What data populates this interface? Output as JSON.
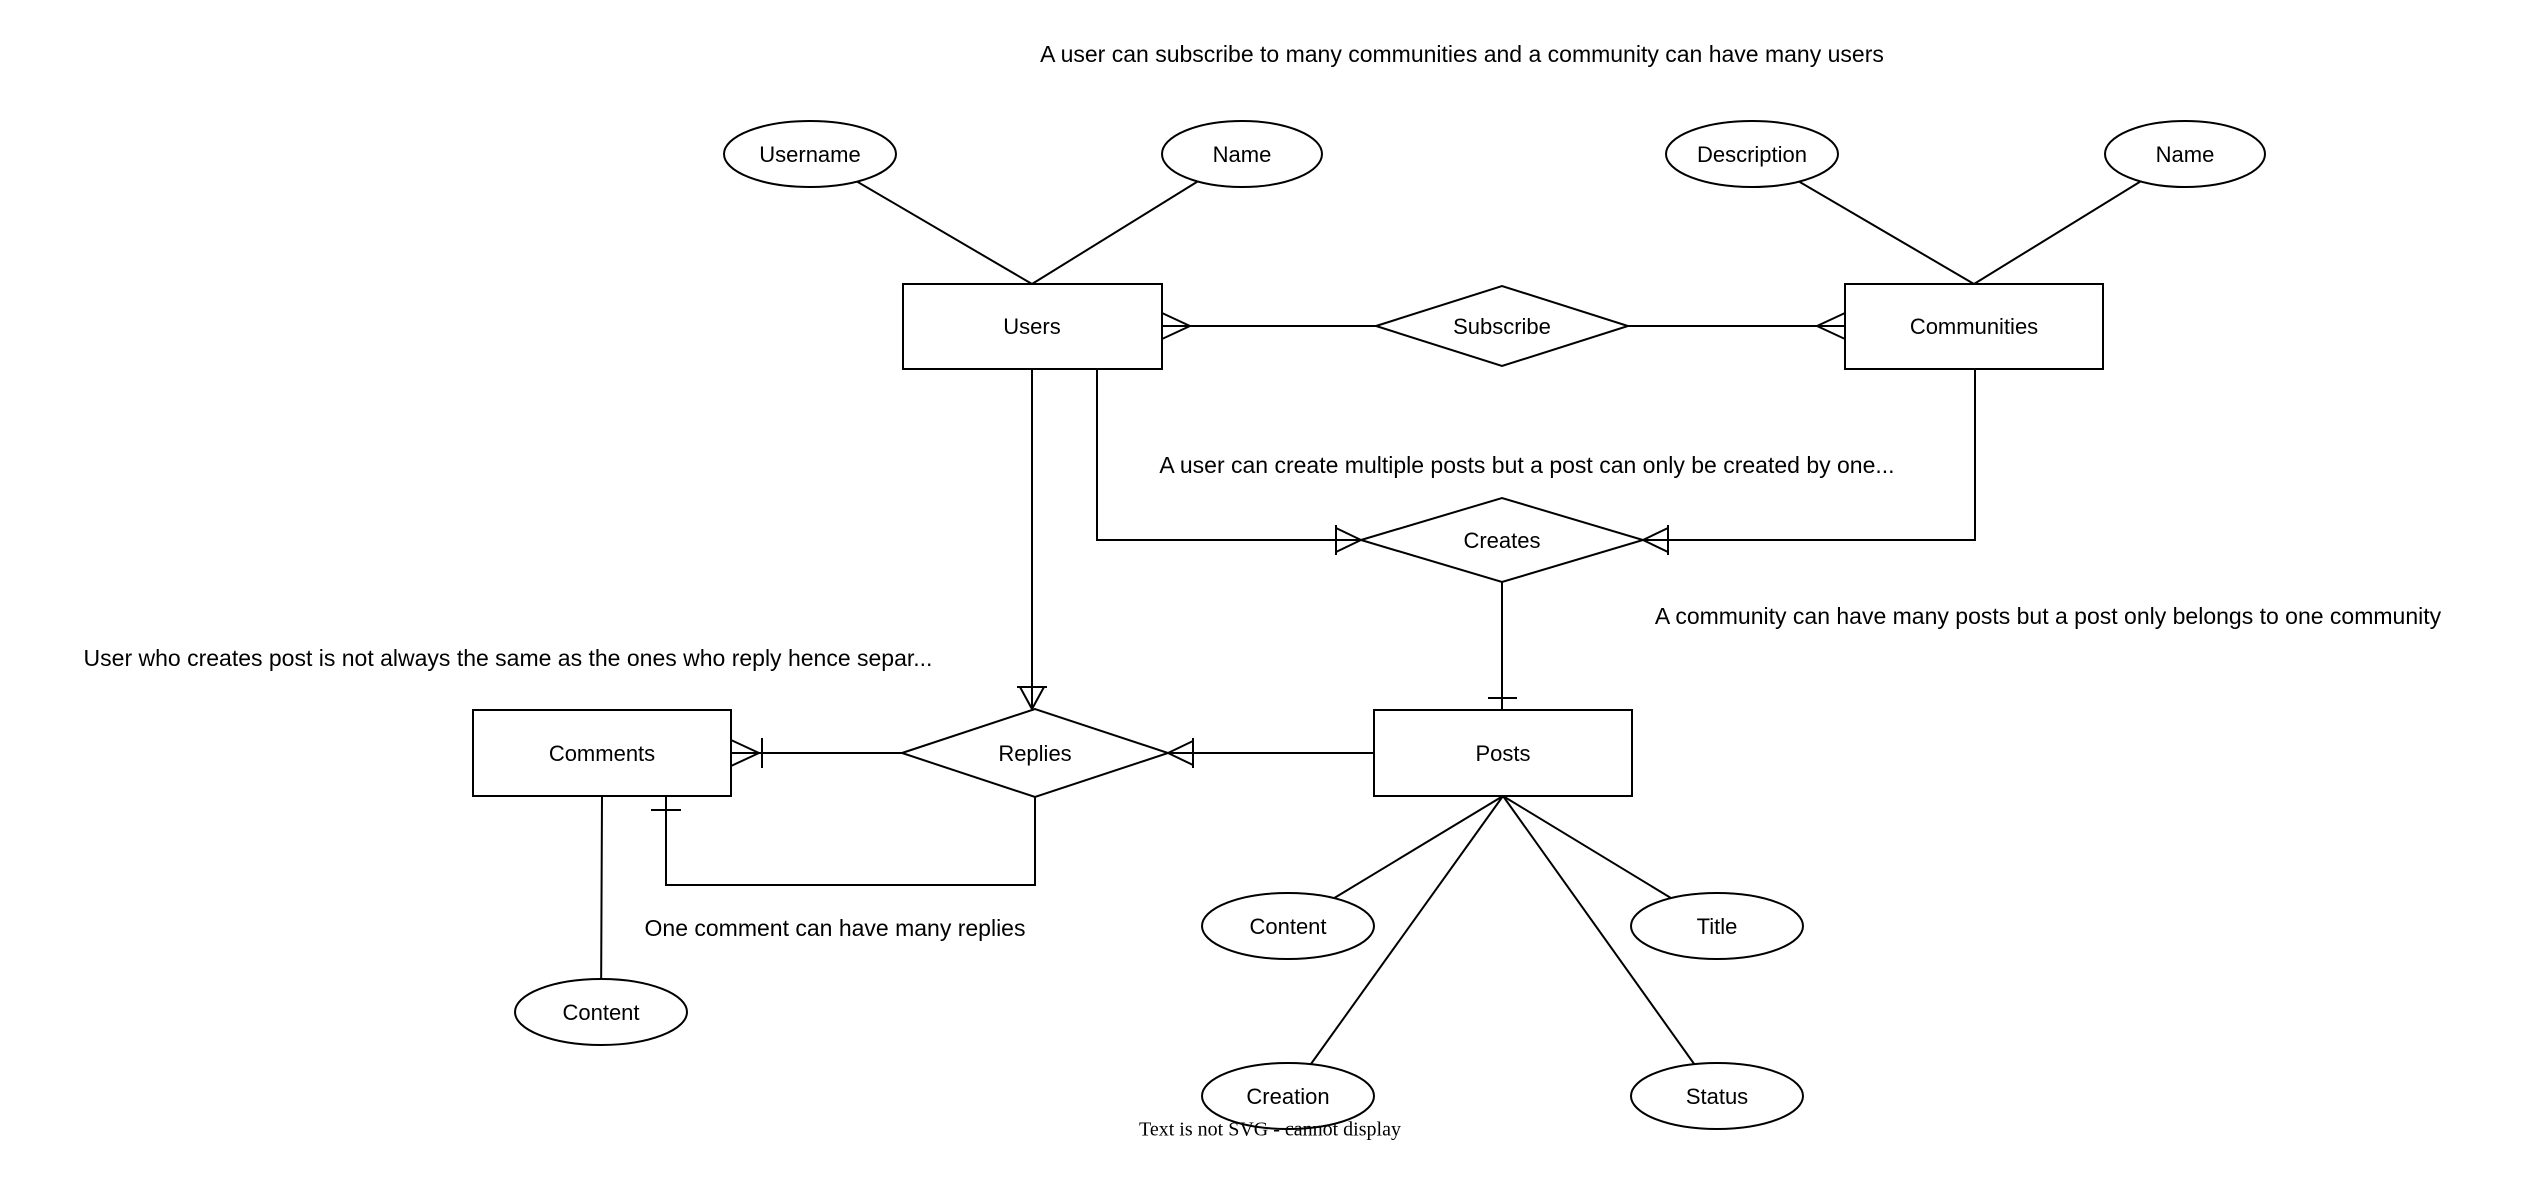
{
  "entities": {
    "users": "Users",
    "communities": "Communities",
    "comments": "Comments",
    "posts": "Posts"
  },
  "relationships": {
    "subscribe": "Subscribe",
    "creates": "Creates",
    "replies": "Replies"
  },
  "attributes": {
    "users_username": "Username",
    "users_name": "Name",
    "communities_description": "Description",
    "communities_name": "Name",
    "comments_content": "Content",
    "posts_content": "Content",
    "posts_title": "Title",
    "posts_creation": "Creation",
    "posts_status": "Status"
  },
  "notes": {
    "subscribe": "A user can subscribe to many communities and a community can have many users",
    "creates": "A user can create multiple posts but a post can only be created by one...",
    "community_posts": "A community can have many posts but a post only belongs to one community",
    "replies": "User who creates post is not always the same as the ones who reply hence separ...",
    "comment_replies": "One comment can have many replies",
    "svg_fallback": "Text is not SVG - cannot display"
  },
  "colors": {
    "stroke": "#000000",
    "shape_fill": "#ffffff",
    "text": "#000000",
    "background": "#ffffff"
  }
}
